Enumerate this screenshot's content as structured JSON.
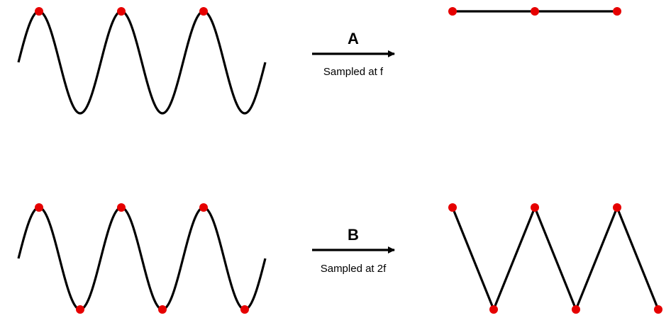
{
  "colors": {
    "curve": "#000000",
    "sample_dot": "#e60000",
    "background": "#ffffff"
  },
  "rows": [
    {
      "id": "A",
      "arrow_letter": "A",
      "arrow_caption": "Sampled at f",
      "cycles": 3,
      "samples_per_cycle": 1,
      "reconstructed_values": [
        1,
        1,
        1
      ]
    },
    {
      "id": "B",
      "arrow_letter": "B",
      "arrow_caption": "Sampled at 2f",
      "cycles": 3,
      "samples_per_cycle": 2,
      "reconstructed_values": [
        1,
        -1,
        1,
        -1,
        1,
        -1
      ]
    }
  ]
}
